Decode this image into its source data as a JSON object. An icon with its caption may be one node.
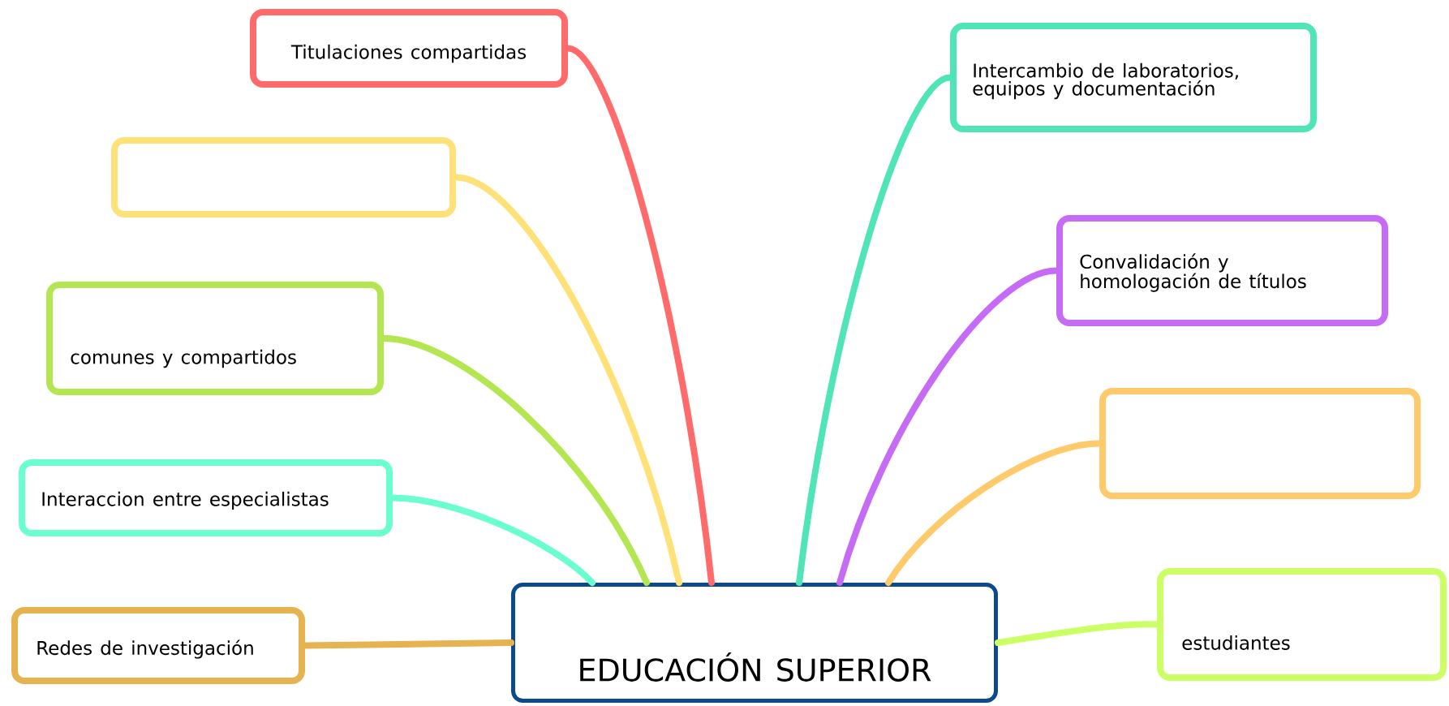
{
  "diagram": {
    "nodes": [
      {
        "text": [
          "EDUCACIÓN SUPERIOR"
        ]
      },
      {
        "text": [
          "Titulaciones compartidas"
        ]
      },
      {
        "text": [],
        "shape": "box"
      },
      {
        "text": [
          "comunes y compartidos"
        ]
      },
      {
        "text": [
          "Interaccion entre especialistas"
        ]
      },
      {
        "text": [
          "Redes de investigación"
        ]
      },
      {
        "text": [
          "Intercambio de laboratorios, equipos y documentación"
        ]
      },
      {
        "text": [
          "Convalidación y homologación de títulos"
        ]
      },
      {
        "text": [],
        "shape": "box"
      },
      {
        "text": [
          "estudiantes"
        ]
      }
    ],
    "edges": [
      {
        "from": 0,
        "to": 1,
        "arrow": "none",
        "color": "#ff6b6b"
      },
      {
        "from": 0,
        "to": 2,
        "arrow": "none",
        "color": "#ffe17a"
      },
      {
        "from": 0,
        "to": 3,
        "arrow": "none",
        "color": "#b3e650"
      },
      {
        "from": 0,
        "to": 4,
        "arrow": "none",
        "color": "#6bffcf"
      },
      {
        "from": 0,
        "to": 5,
        "arrow": "none",
        "color": "#e5b34f"
      },
      {
        "from": 0,
        "to": 6,
        "arrow": "none",
        "color": "#4fe5b6"
      },
      {
        "from": 0,
        "to": 7,
        "arrow": "none",
        "color": "#c66bf5"
      },
      {
        "from": 0,
        "to": 8,
        "arrow": "none",
        "color": "#ffca6b"
      },
      {
        "from": 0,
        "to": 9,
        "arrow": "none",
        "color": "#ccff66"
      }
    ]
  }
}
